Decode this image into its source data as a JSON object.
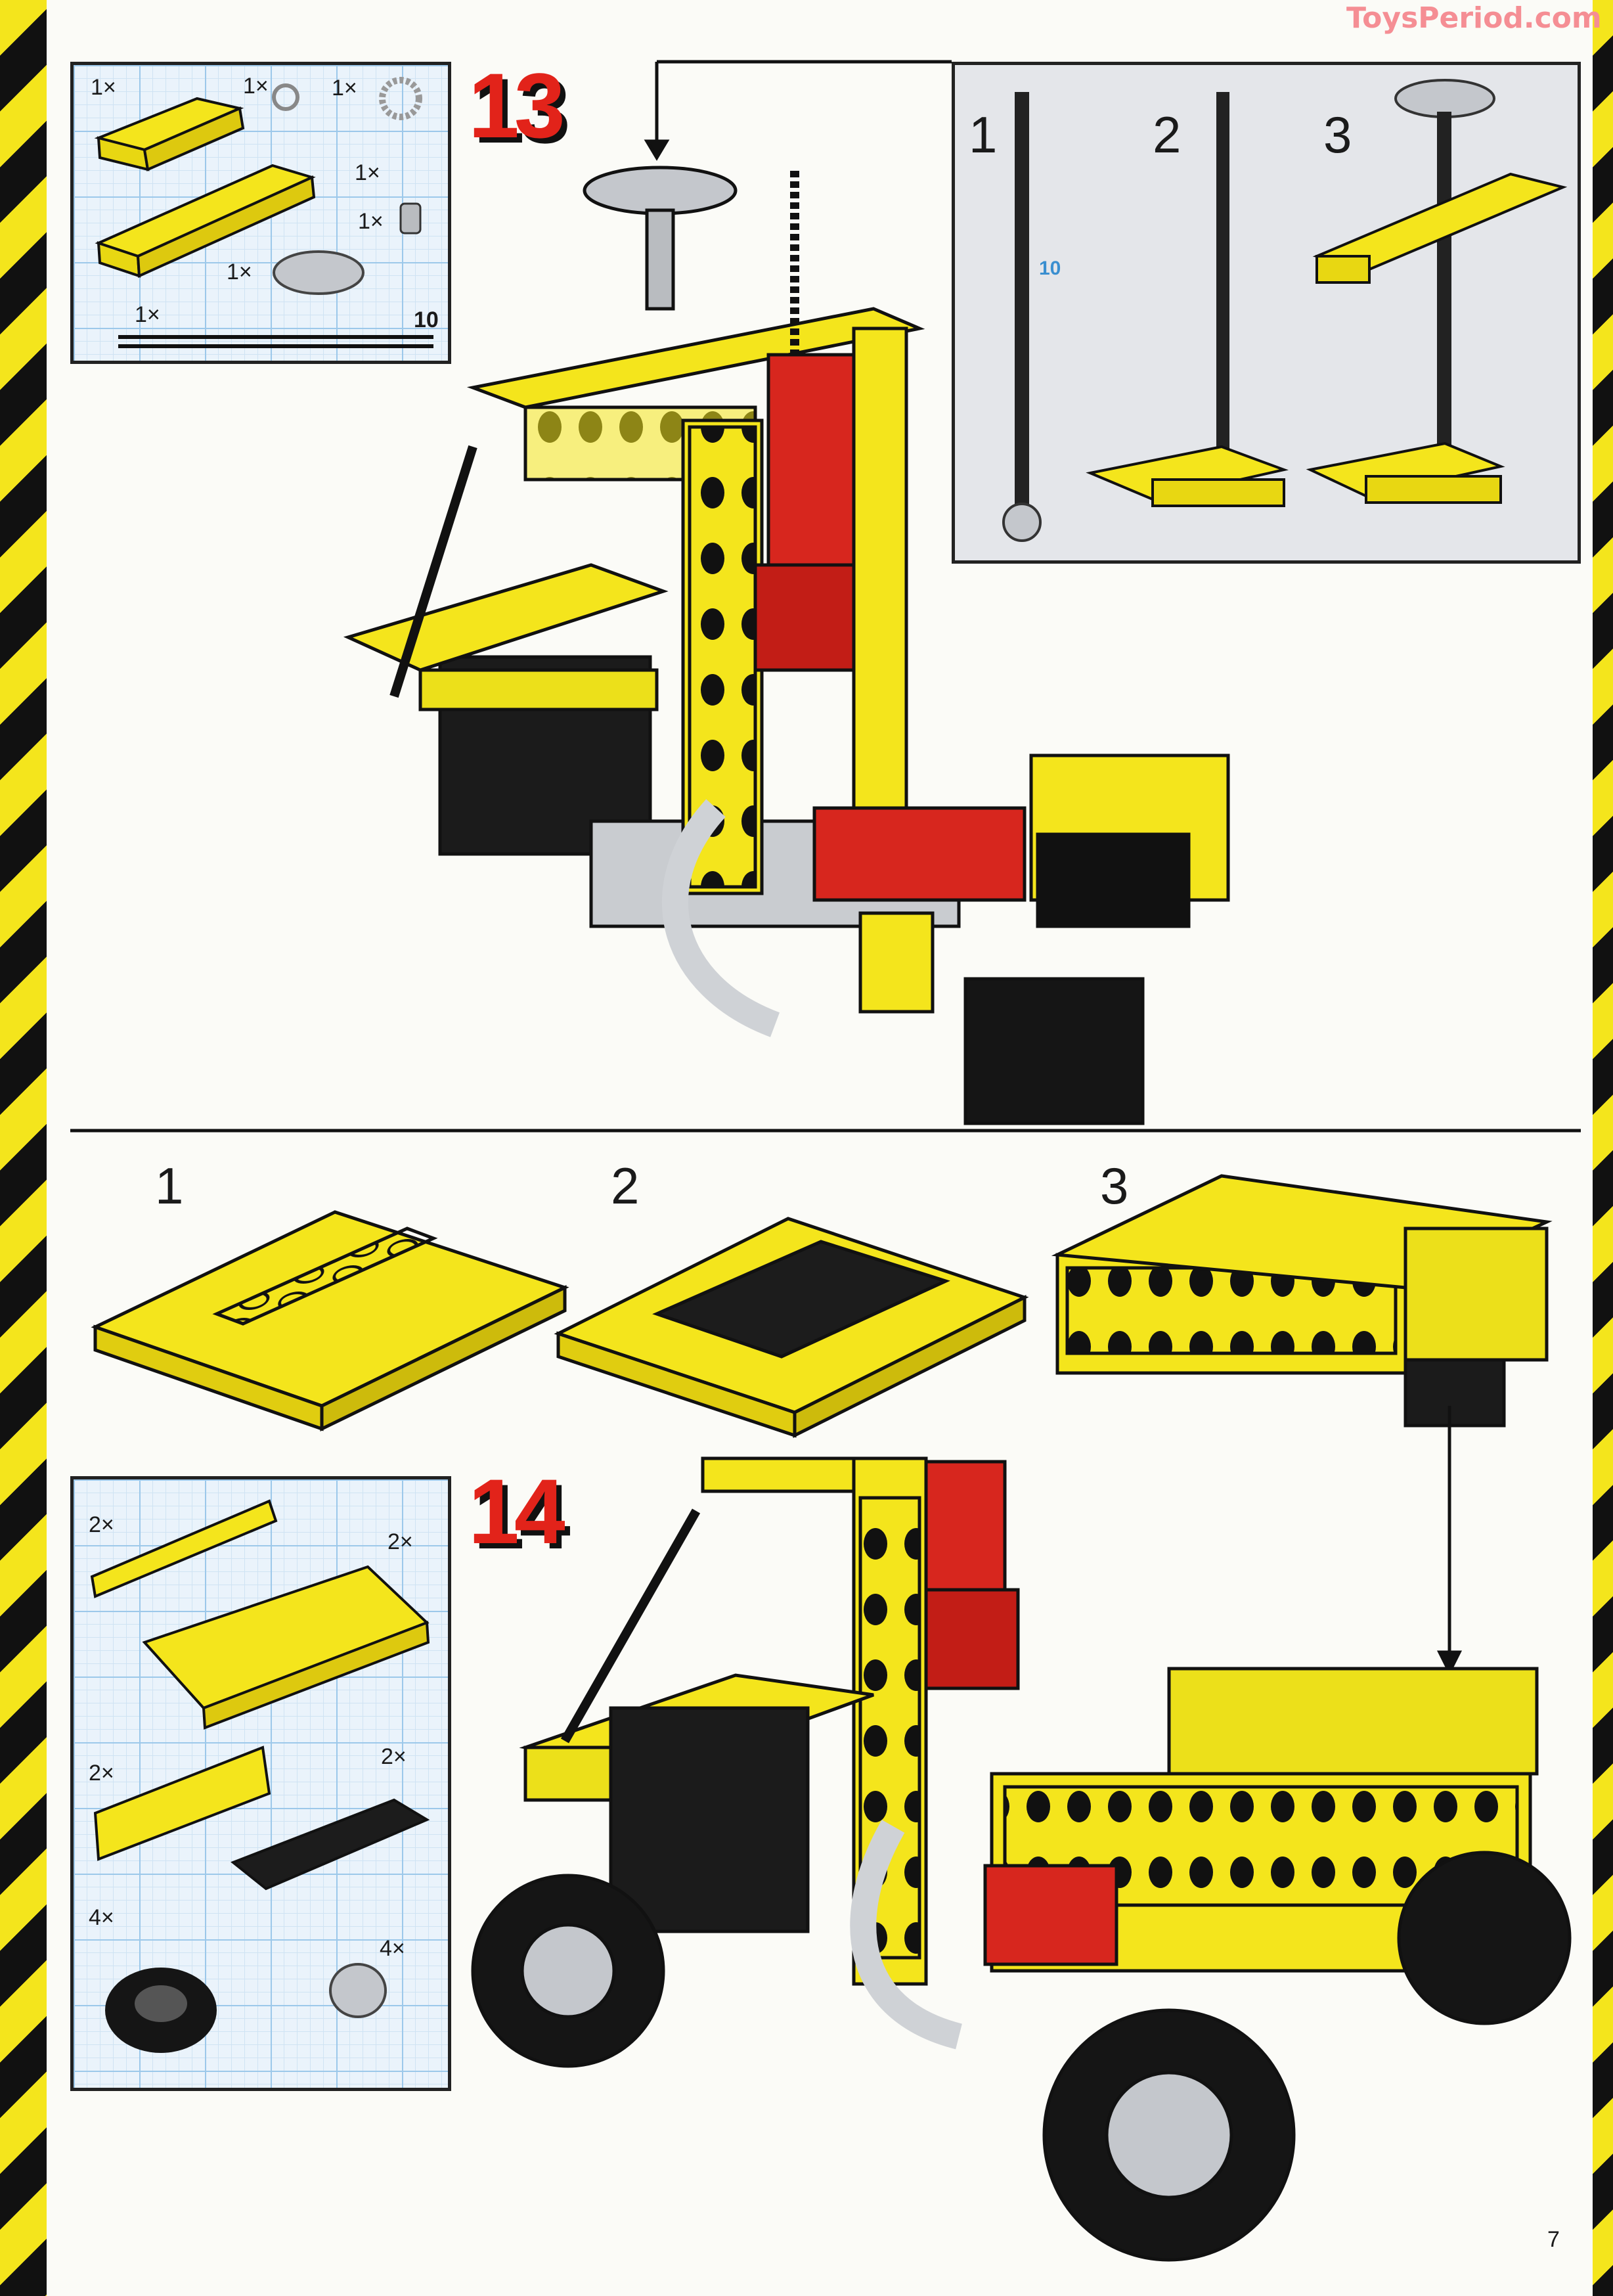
{
  "watermark": "ToysPeriod.com",
  "page_number": "7",
  "colors": {
    "yellow": "#f4e51c",
    "red": "#d7261e",
    "black": "#151515",
    "grey": "#b9bcc0",
    "grid": "#9cc8ea",
    "step": "#e2231a"
  },
  "step13": {
    "number": "13",
    "parts": [
      {
        "qty": "1×"
      },
      {
        "qty": "1×"
      },
      {
        "qty": "1×"
      },
      {
        "qty": "1×"
      },
      {
        "qty": "1×"
      },
      {
        "qty": "1×"
      },
      {
        "qty": "1×"
      }
    ],
    "axle_length": "10",
    "inset": {
      "substeps": [
        "1",
        "2",
        "3"
      ],
      "axle_label": "10"
    }
  },
  "substeps": [
    "1",
    "2",
    "3"
  ],
  "step14": {
    "number": "14",
    "parts": [
      {
        "qty": "2×"
      },
      {
        "qty": "2×"
      },
      {
        "qty": "2×"
      },
      {
        "qty": "2×"
      },
      {
        "qty": "4×"
      },
      {
        "qty": "4×"
      }
    ]
  }
}
